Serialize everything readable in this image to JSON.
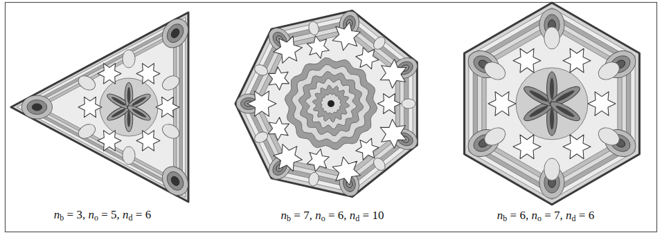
{
  "diagram": {
    "labels": [
      "nb = 3, no = 5, nd = 6",
      "nb = 7, no = 6, nd = 10",
      "nb = 6, no = 7, nd = 6"
    ]
  }
}
